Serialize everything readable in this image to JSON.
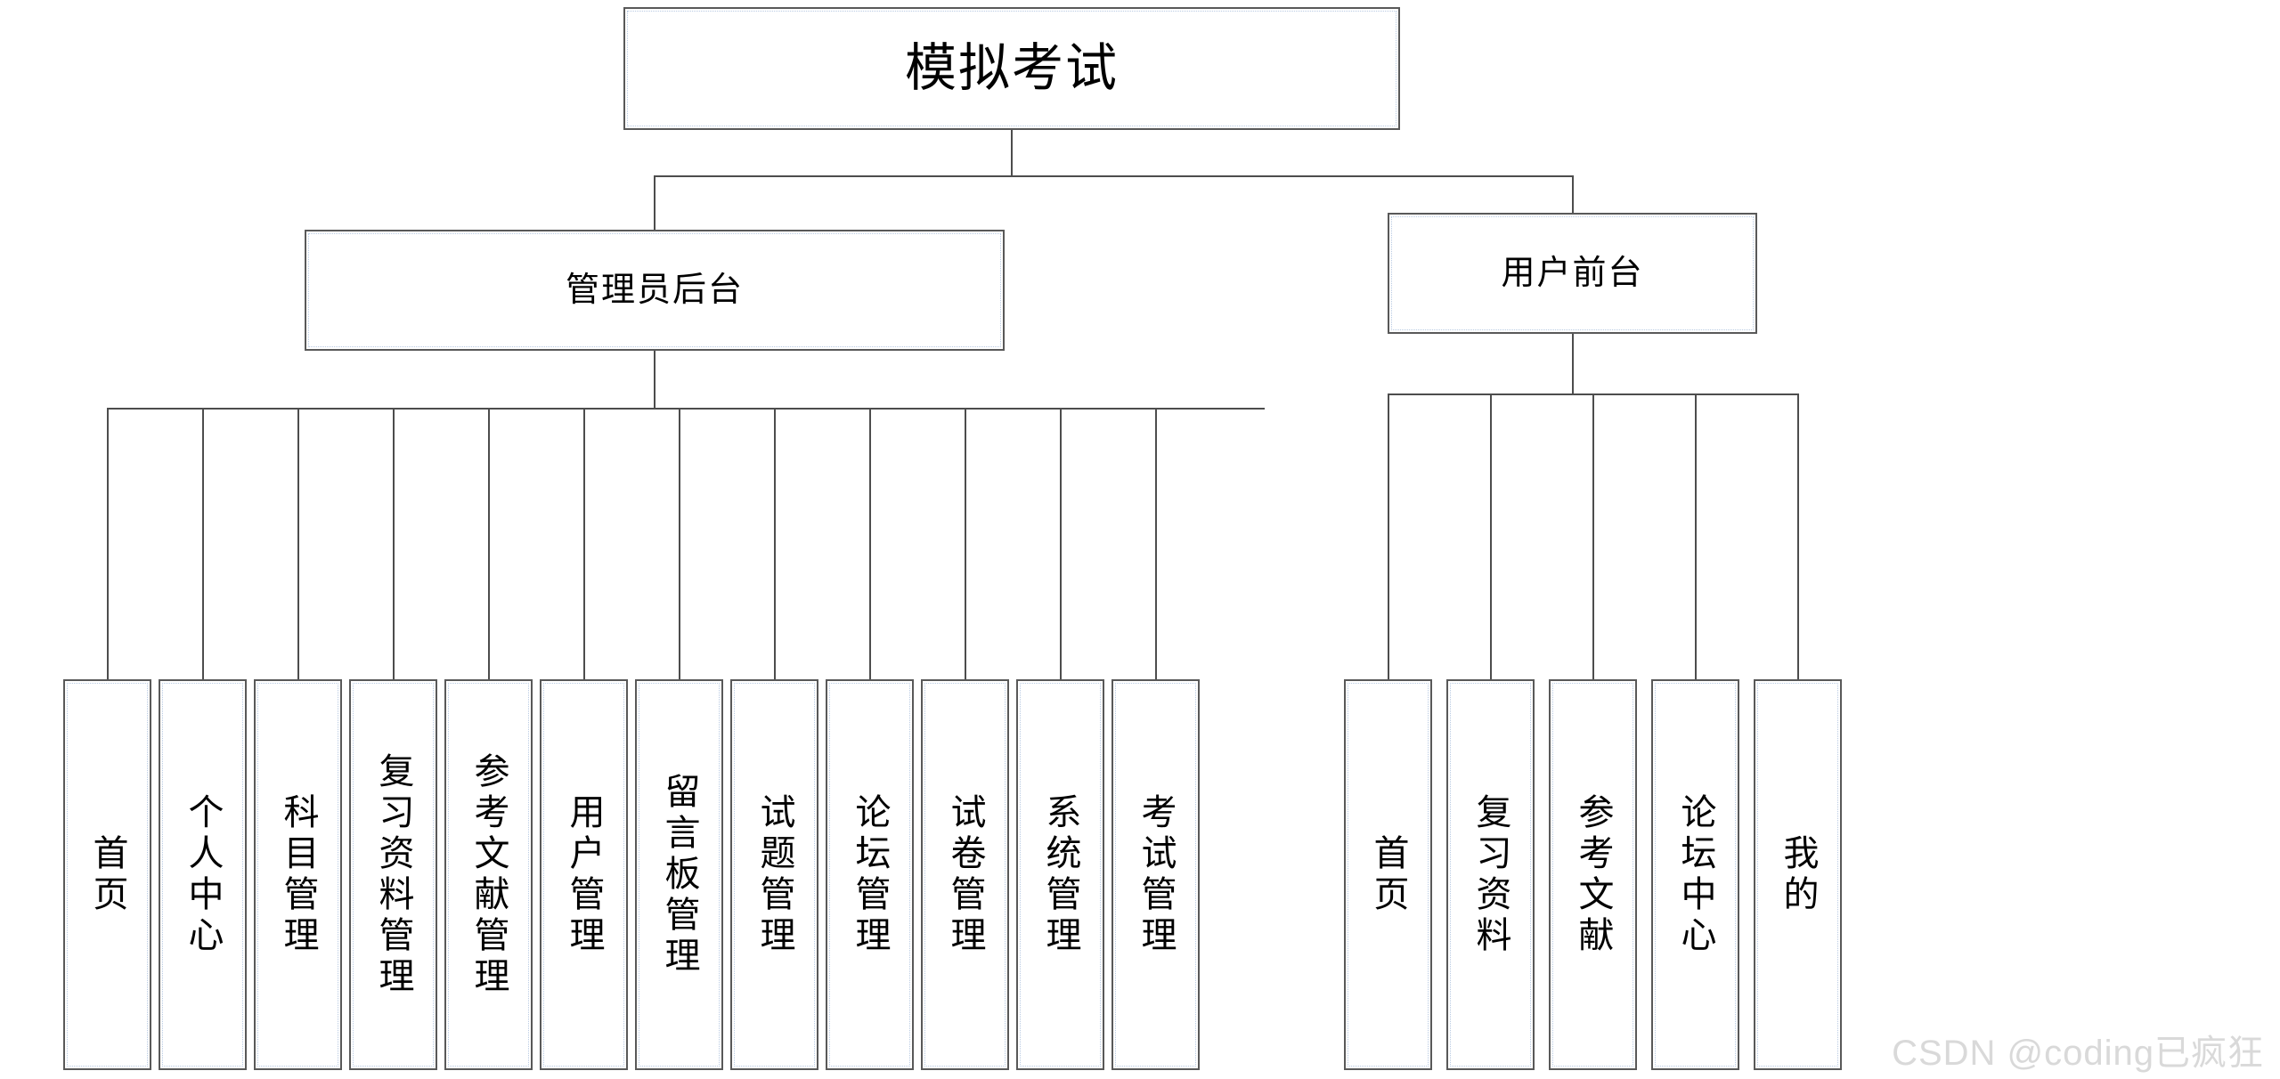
{
  "diagram": {
    "title": "模拟考试",
    "root": {
      "label": "模拟考试"
    },
    "branches": [
      {
        "key": "admin",
        "label": "管理员后台",
        "children": [
          {
            "label": "首页"
          },
          {
            "label": "个人中心"
          },
          {
            "label": "科目管理"
          },
          {
            "label": "复习资料管理"
          },
          {
            "label": "参考文献管理"
          },
          {
            "label": "用户管理"
          },
          {
            "label": "留言板管理"
          },
          {
            "label": "试题管理"
          },
          {
            "label": "论坛管理"
          },
          {
            "label": "试卷管理"
          },
          {
            "label": "系统管理"
          },
          {
            "label": "考试管理"
          }
        ]
      },
      {
        "key": "user",
        "label": "用户前台",
        "children": [
          {
            "label": "首页"
          },
          {
            "label": "复习资料"
          },
          {
            "label": "参考文献"
          },
          {
            "label": "论坛中心"
          },
          {
            "label": "我的"
          }
        ]
      }
    ]
  },
  "watermark": {
    "text": "CSDN @coding已疯狂"
  },
  "colors": {
    "box_border": "#595959",
    "inner_dotted": "#b9cbe3",
    "connector": "#4d4d4d",
    "background": "#ffffff",
    "text": "#000000",
    "watermark": "#d9d9d9"
  }
}
